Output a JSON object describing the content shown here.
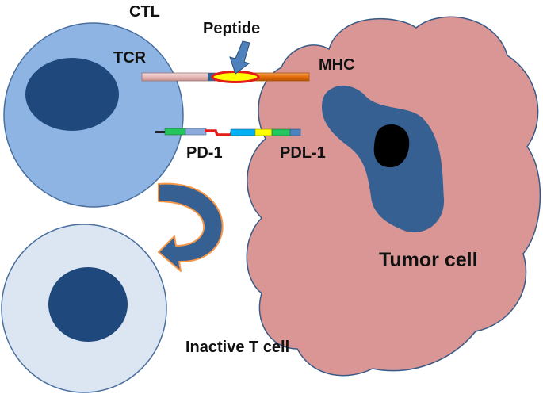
{
  "labels": {
    "ctl": "CTL",
    "peptide": "Peptide",
    "tcr": "TCR",
    "mhc": "MHC",
    "pd1": "PD-1",
    "pdl1": "PDL-1",
    "tumor_cell": "Tumor cell",
    "inactive_t_cell": "Inactive T cell"
  },
  "colors": {
    "ctl_cell_fill": "#8eb4e3",
    "cell_outline": "#4a6f9e",
    "nucleus": "#1f497d",
    "inactive_cell_fill": "#dce6f2",
    "tumor_fill": "#d99694",
    "tumor_nucleus": "#376092",
    "tumor_core": "#000000",
    "tcr_bar": "#e6b9b8",
    "mhc_bar": "#e46c0a",
    "peptide_ring": "#e41b17",
    "peptide_core": "#ffff00",
    "arrow_fill": "#376092",
    "arrow_outline": "#f79646"
  }
}
